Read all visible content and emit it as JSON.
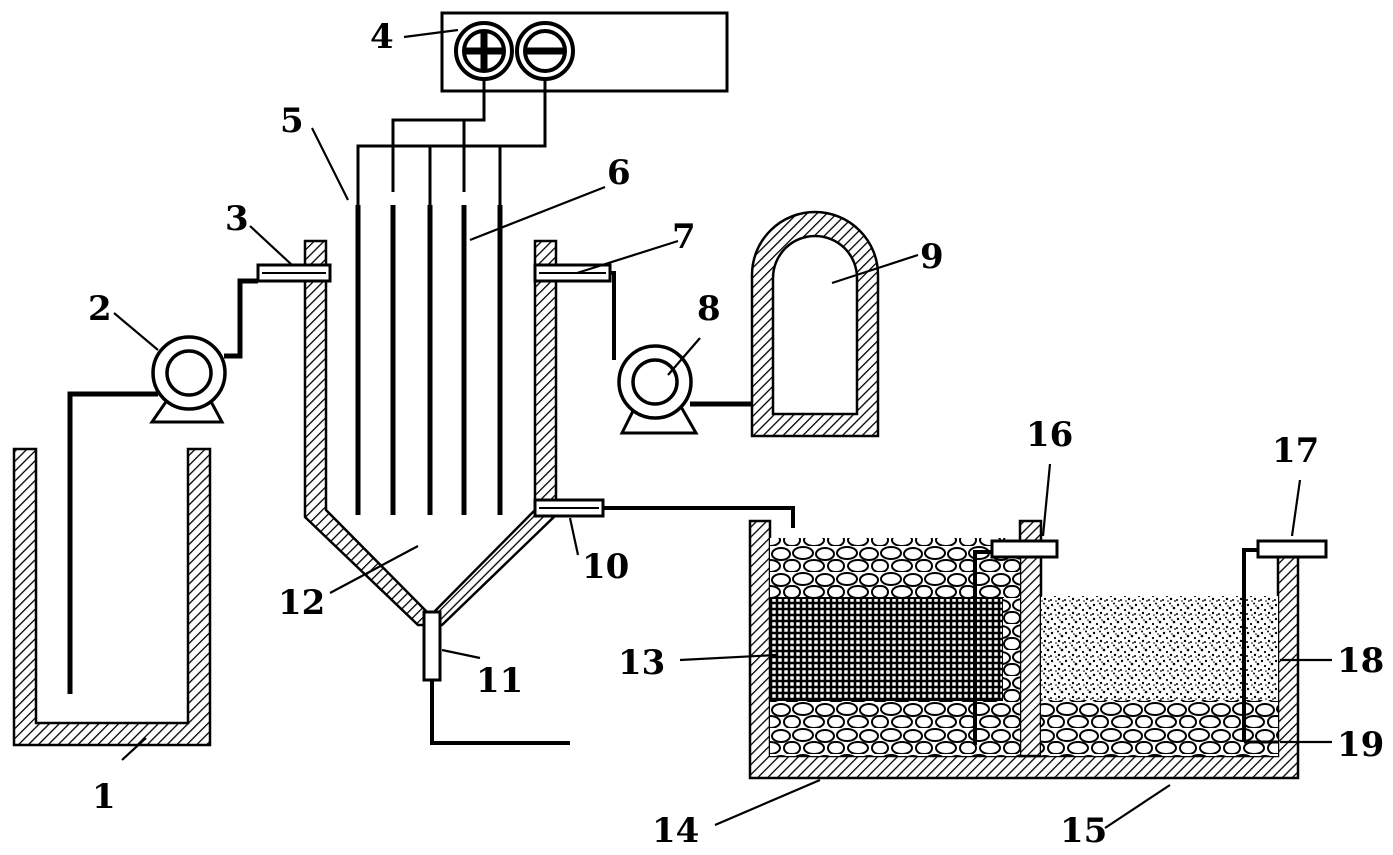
{
  "labels": {
    "l1": "1",
    "l2": "2",
    "l3": "3",
    "l4": "4",
    "l5": "5",
    "l6": "6",
    "l7": "7",
    "l8": "8",
    "l9": "9",
    "l10": "10",
    "l11": "11",
    "l12": "12",
    "l13": "13",
    "l14": "14",
    "l15": "15",
    "l16": "16",
    "l17": "17",
    "l18": "18",
    "l19": "19"
  },
  "colors": {
    "ink": "#000000",
    "paper": "#ffffff",
    "electrode": "#444444"
  }
}
